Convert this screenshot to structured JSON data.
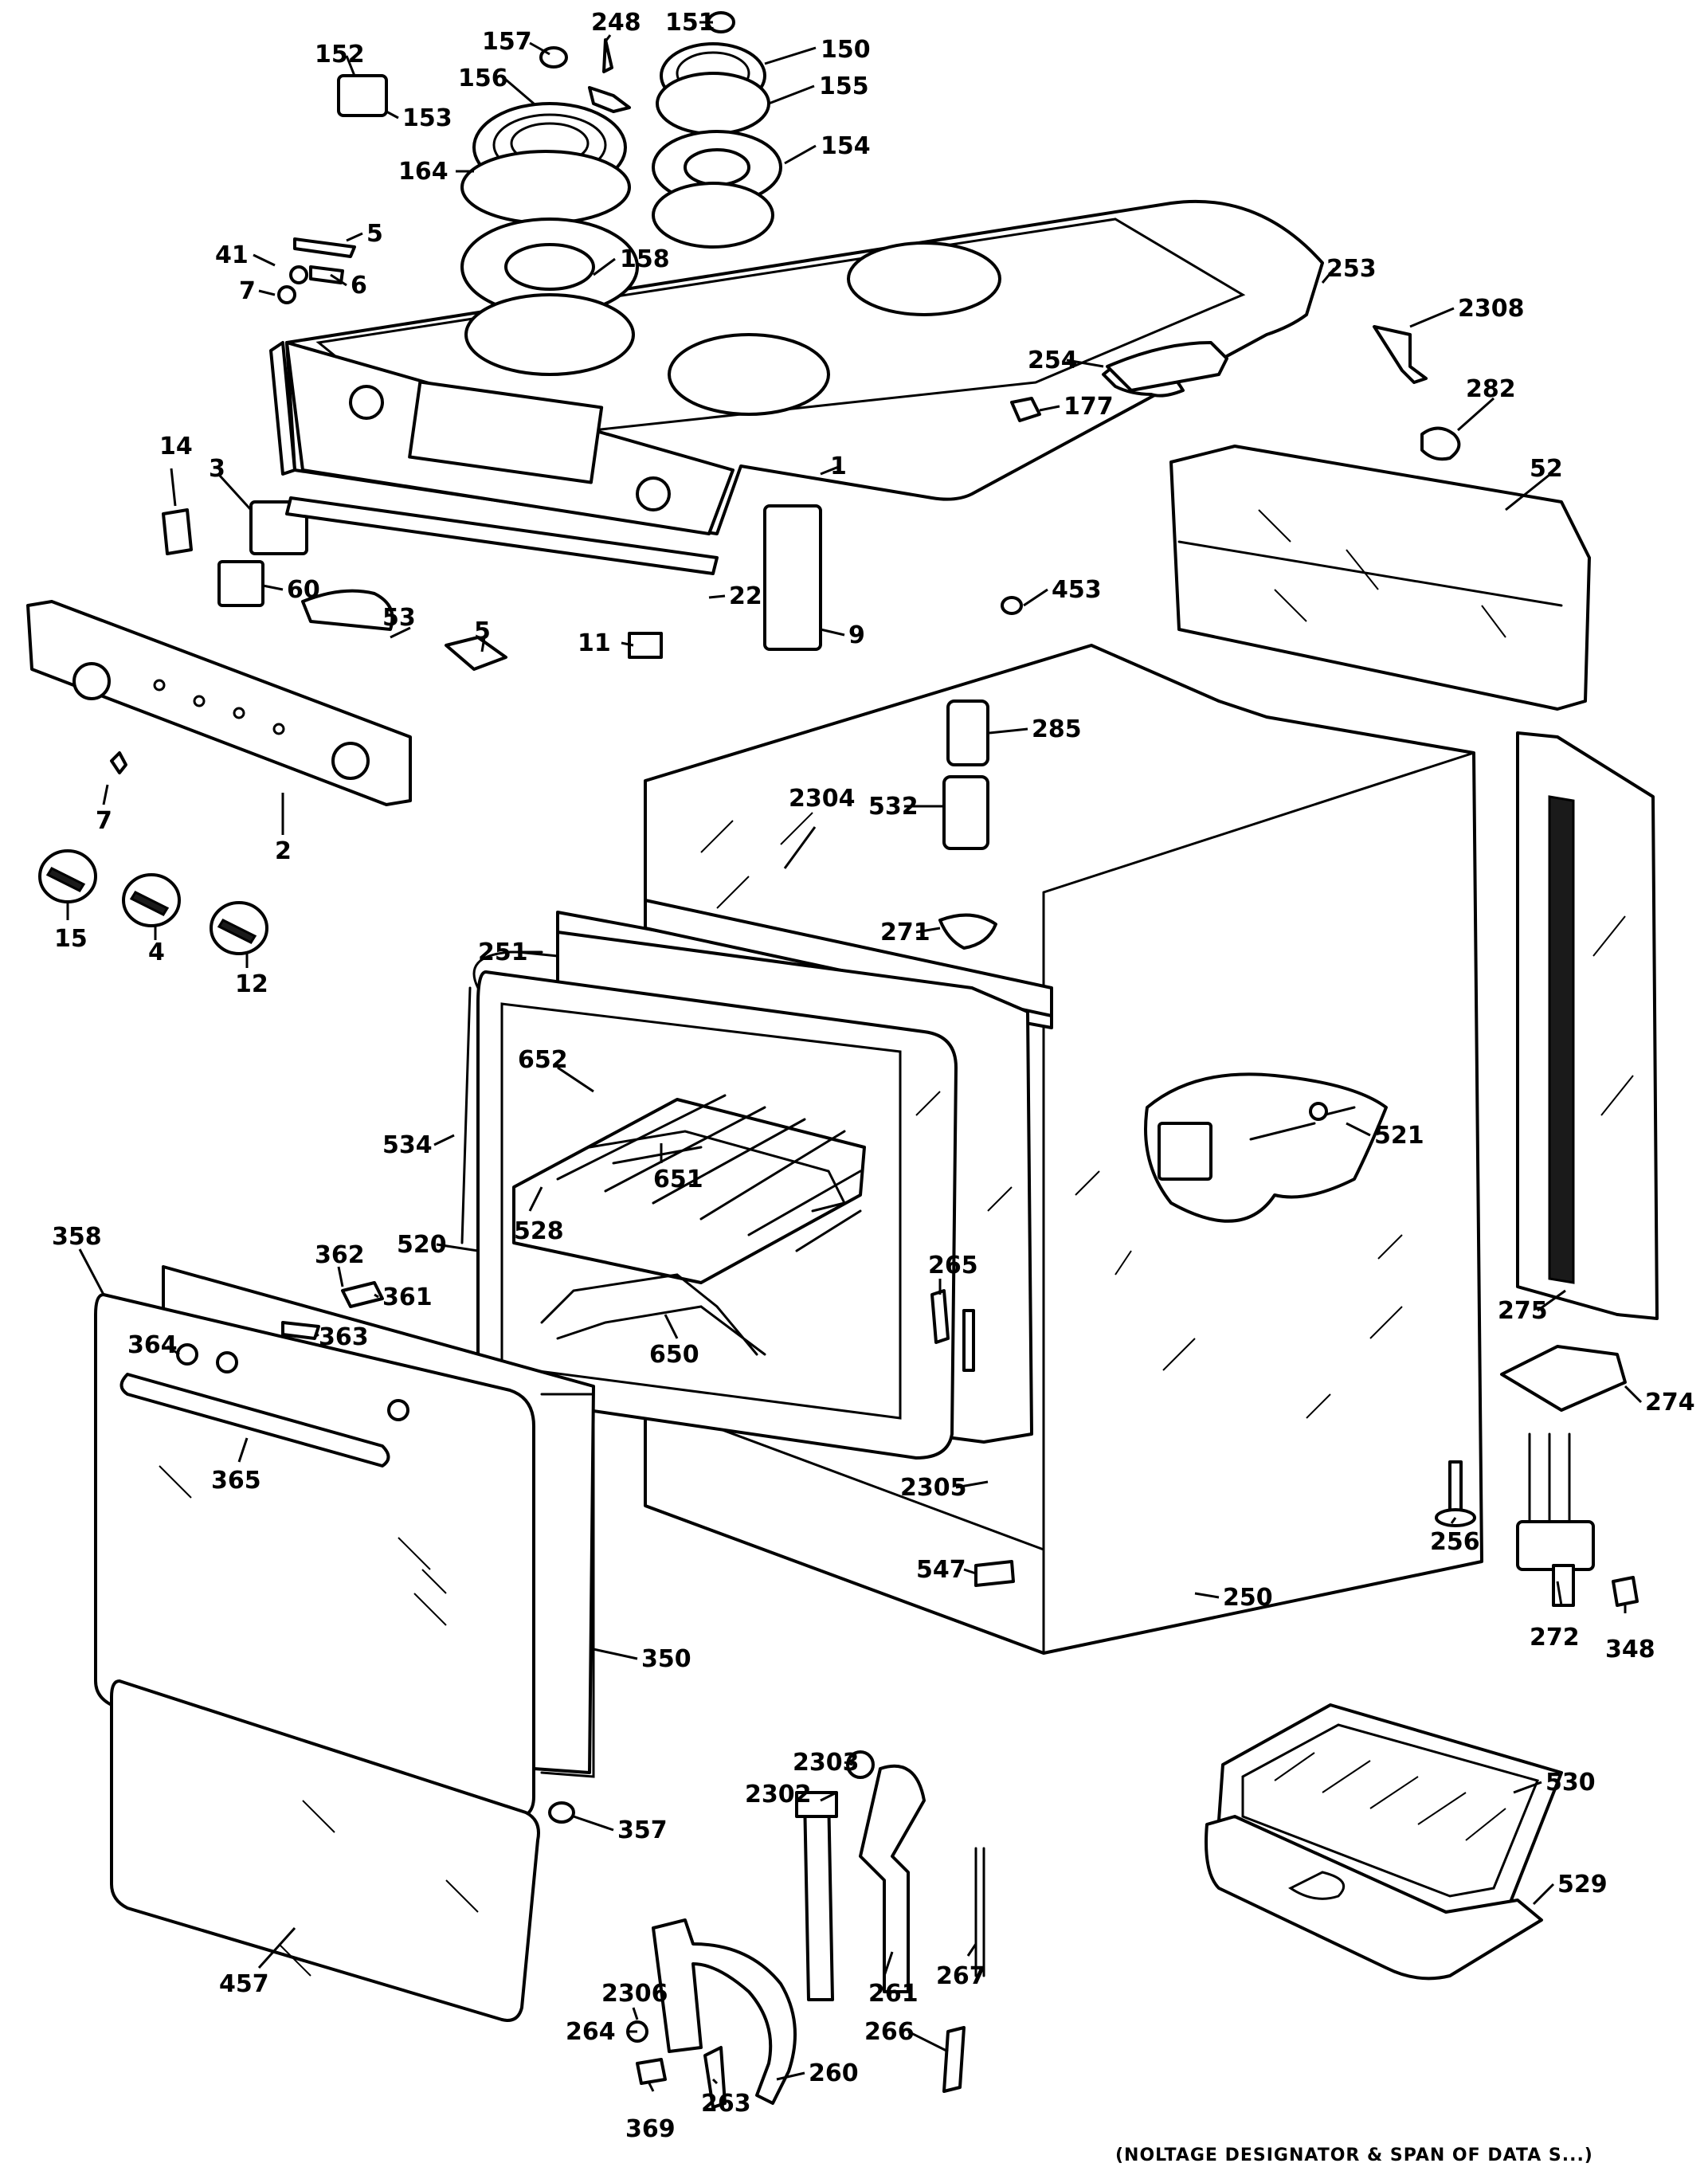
{
  "labels": [
    {
      "text": "248",
      "part": "screw"
    },
    {
      "text": "151",
      "part": "knob-cap"
    },
    {
      "text": "157",
      "part": "knob-cap"
    },
    {
      "text": "150",
      "part": "surface-unit-small"
    },
    {
      "text": "152",
      "part": "receptacle"
    },
    {
      "text": "156",
      "part": "surface-unit-large"
    },
    {
      "text": "155",
      "part": "trim-ring"
    },
    {
      "text": "153",
      "part": "clip"
    },
    {
      "text": "154",
      "part": "drip-pan"
    },
    {
      "text": "164",
      "part": "trim-ring"
    },
    {
      "text": "5",
      "part": "lamp"
    },
    {
      "text": "158",
      "part": "drip-pan"
    },
    {
      "text": "41",
      "part": "bracket"
    },
    {
      "text": "6",
      "part": "socket"
    },
    {
      "text": "7",
      "part": "screw"
    },
    {
      "text": "253",
      "part": "cooktop"
    },
    {
      "text": "2308",
      "part": "bracket"
    },
    {
      "text": "254",
      "part": "vent-duct"
    },
    {
      "text": "177",
      "part": "clip"
    },
    {
      "text": "282",
      "part": "thermostat"
    },
    {
      "text": "14",
      "part": "switch"
    },
    {
      "text": "1",
      "part": "cooktop"
    },
    {
      "text": "52",
      "part": "backguard"
    },
    {
      "text": "3",
      "part": "timer"
    },
    {
      "text": "60",
      "part": "plate"
    },
    {
      "text": "22",
      "part": "trim-strip"
    },
    {
      "text": "53",
      "part": "bracket"
    },
    {
      "text": "9",
      "part": "end-cap"
    },
    {
      "text": "453",
      "part": "plug"
    },
    {
      "text": "5",
      "part": "lamp"
    },
    {
      "text": "11",
      "part": "switch"
    },
    {
      "text": "285",
      "part": "capacitor"
    },
    {
      "text": "2",
      "part": "control-panel"
    },
    {
      "text": "7",
      "part": "screw"
    },
    {
      "text": "2304",
      "part": "liner"
    },
    {
      "text": "532",
      "part": "capacitor"
    },
    {
      "text": "15",
      "part": "knob"
    },
    {
      "text": "4",
      "part": "knob"
    },
    {
      "text": "12",
      "part": "knob"
    },
    {
      "text": "271",
      "part": "clip"
    },
    {
      "text": "251",
      "part": "front-frame"
    },
    {
      "text": "652",
      "part": "rack-support"
    },
    {
      "text": "521",
      "part": "insulation-clip"
    },
    {
      "text": "534",
      "part": "gasket"
    },
    {
      "text": "651",
      "part": "bake-element"
    },
    {
      "text": "520",
      "part": "oven-liner"
    },
    {
      "text": "528",
      "part": "oven-rack"
    },
    {
      "text": "358",
      "part": "door-outer"
    },
    {
      "text": "362",
      "part": "screw"
    },
    {
      "text": "361",
      "part": "washer"
    },
    {
      "text": "363",
      "part": "screw"
    },
    {
      "text": "265",
      "part": "lamp-socket"
    },
    {
      "text": "364",
      "part": "bumper"
    },
    {
      "text": "275",
      "part": "side-trim"
    },
    {
      "text": "650",
      "part": "broil-element"
    },
    {
      "text": "365",
      "part": "door-handle"
    },
    {
      "text": "274",
      "part": "terminal-block"
    },
    {
      "text": "2305",
      "part": "bottom-panel"
    },
    {
      "text": "256",
      "part": "leveling-leg"
    },
    {
      "text": "547",
      "part": "clip"
    },
    {
      "text": "250",
      "part": "cabinet"
    },
    {
      "text": "272",
      "part": "terminal-block"
    },
    {
      "text": "348",
      "part": "clip"
    },
    {
      "text": "350",
      "part": "door-gasket"
    },
    {
      "text": "2303",
      "part": "nut"
    },
    {
      "text": "530",
      "part": "broil-grid"
    },
    {
      "text": "2302",
      "part": "hinge-bracket"
    },
    {
      "text": "357",
      "part": "screw"
    },
    {
      "text": "529",
      "part": "broil-pan"
    },
    {
      "text": "457",
      "part": "drawer-panel"
    },
    {
      "text": "2306",
      "part": "hinge-receiver"
    },
    {
      "text": "261",
      "part": "hinge-arm"
    },
    {
      "text": "267",
      "part": "hinge-spring"
    },
    {
      "text": "264",
      "part": "nut"
    },
    {
      "text": "260",
      "part": "hinge"
    },
    {
      "text": "266",
      "part": "spring-hook"
    },
    {
      "text": "263",
      "part": "screw"
    },
    {
      "text": "369",
      "part": "roller"
    }
  ],
  "footer": "(NOLTAGE DESIGNATOR & SPAN OF DATA S...)"
}
